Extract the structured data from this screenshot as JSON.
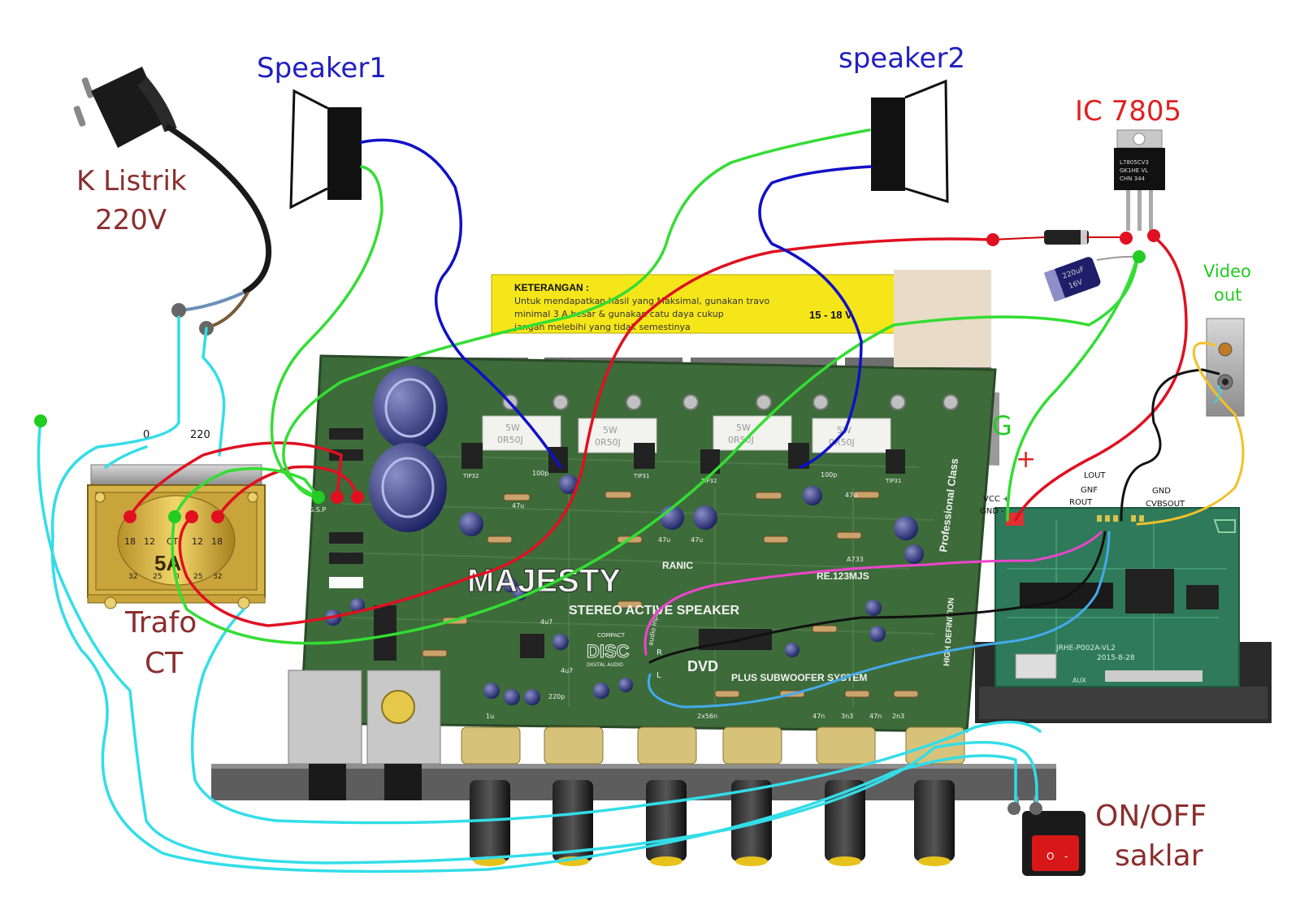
{
  "labels": {
    "plug_line1": "K Listrik",
    "plug_line2": "220V",
    "speaker1": "Speaker1",
    "speaker2": "speaker2",
    "ic": "IC 7805",
    "video_out_line1": "Video",
    "video_out_line2": "out",
    "trafo_line1": "Trafo",
    "trafo_line2": "CT",
    "switch_line1": "ON/OFF",
    "switch_line2": "saklar",
    "g_label": "G",
    "plus_label": "+"
  },
  "transformer": {
    "tap_0": "0",
    "tap_220": "220",
    "taps": [
      "18",
      "12",
      "CT",
      "12",
      "18"
    ],
    "rating": "5A",
    "bottom_taps": [
      "32",
      "25",
      "0",
      "25",
      "32"
    ]
  },
  "ic_part": {
    "marking1": "L7805CV3",
    "marking2": "GK1HE VL",
    "marking3": "CHN 344"
  },
  "capacitor": {
    "value": "220uF",
    "voltage": "16V"
  },
  "note_box": {
    "title": "KETERANGAN :",
    "line1": "Untuk mendapatkan hasil yang Maksimal, gunakan travo",
    "line2": "minimal 3 A besar & gunakan catu daya cukup",
    "voltage": "15 - 18 V",
    "line3": "jangan melebihi yang tidak semestinya"
  },
  "amp_board": {
    "brand": "MAJESTY",
    "maker": "RANIC",
    "subtitle": "STEREO ACTIVE SPEAKER",
    "model": "RE.123MJS",
    "side_text": "Professional Class",
    "hd_text": "HIGH DEFINITION",
    "sub_text": "PLUS SUBWOOFER SYSTEM",
    "disc_text": "COMPACT",
    "disc_logo": "DISC",
    "disc_sub": "DIGITAL AUDIO",
    "dvd_text": "DVD",
    "audio_in": "audio input",
    "in_r": "R",
    "in_l": "L",
    "resistor_label": "5W OR50J",
    "resistor_values": [
      "5W",
      "5W",
      "5W",
      "5W"
    ],
    "resistor_codes": [
      "0R50J",
      "0R50J",
      "0R50J",
      "0R50J"
    ],
    "tip_labels": [
      "TIP32",
      "TIP31",
      "TIP32",
      "TIP31"
    ],
    "cap_labels": [
      "100p",
      "47u",
      "47u",
      "47u",
      "100p",
      "47u",
      "4u7",
      "4u7",
      "2x56n",
      "47n",
      "3n3",
      "47n",
      "2n3",
      "1u",
      "220p"
    ],
    "a733": "A733",
    "gsp": "G.S.P"
  },
  "mp3_board": {
    "pins_left": [
      "VCC +",
      "GND -"
    ],
    "pins_mid": [
      "LOUT",
      "GNF",
      "ROUT"
    ],
    "pins_right": [
      "GND",
      "CVBSOUT"
    ],
    "model": "JRHE-P002A-VL2",
    "date": "2015-8-28",
    "aux": "AUX"
  },
  "colors": {
    "label_red": "#8b2e2e",
    "label_blue": "#2020c0",
    "label_bright_red": "#e02020",
    "label_green": "#22cc22",
    "wire_cyan": "#33dde8",
    "wire_green": "#33dd33",
    "wire_red": "#e01020",
    "wire_blue": "#1010c8",
    "wire_black": "#000000",
    "wire_magenta": "#ee44cc",
    "wire_orange": "#f2c02a",
    "wire_lightblue": "#44aaee",
    "pcb_green": "#3d6b3a",
    "note_yellow": "#f5e61a"
  }
}
